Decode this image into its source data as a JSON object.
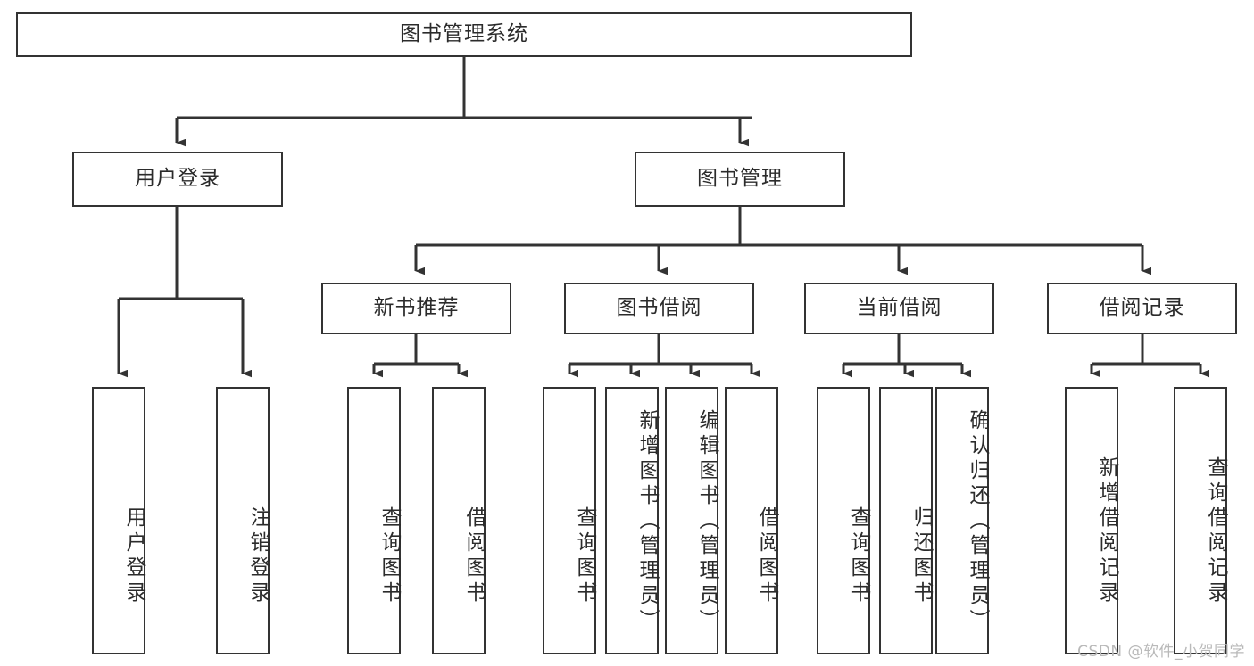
{
  "diagram": {
    "title_node": {
      "id": "root",
      "label": "图书管理系统"
    },
    "level2": [
      {
        "id": "user-login",
        "label": "用户登录"
      },
      {
        "id": "book-management",
        "label": "图书管理"
      }
    ],
    "level3": [
      {
        "id": "new-book-recommend",
        "label": "新书推荐"
      },
      {
        "id": "book-borrow",
        "label": "图书借阅"
      },
      {
        "id": "current-borrow",
        "label": "当前借阅"
      },
      {
        "id": "borrow-record",
        "label": "借阅记录"
      }
    ],
    "leaves": [
      {
        "id": "leaf-user-login",
        "label": "用户登录",
        "parent": "user-login"
      },
      {
        "id": "leaf-logout",
        "label": "注销登录",
        "parent": "user-login"
      },
      {
        "id": "leaf-query-book-1",
        "label": "查询图书",
        "parent": "new-book-recommend"
      },
      {
        "id": "leaf-borrow-book-1",
        "label": "借阅图书",
        "parent": "new-book-recommend"
      },
      {
        "id": "leaf-query-book-2",
        "label": "查询图书",
        "parent": "book-borrow"
      },
      {
        "id": "leaf-add-book",
        "label": "新增图书（管理员）",
        "parent": "book-borrow"
      },
      {
        "id": "leaf-edit-book",
        "label": "编辑图书（管理员）",
        "parent": "book-borrow"
      },
      {
        "id": "leaf-borrow-book-2",
        "label": "借阅图书",
        "parent": "book-borrow"
      },
      {
        "id": "leaf-query-book-3",
        "label": "查询图书",
        "parent": "current-borrow"
      },
      {
        "id": "leaf-return-book",
        "label": "归还图书",
        "parent": "current-borrow"
      },
      {
        "id": "leaf-confirm-return",
        "label": "确认归还（管理员）",
        "parent": "current-borrow"
      },
      {
        "id": "leaf-add-record",
        "label": "新增借阅记录",
        "parent": "borrow-record"
      },
      {
        "id": "leaf-query-record",
        "label": "查询借阅记录",
        "parent": "borrow-record"
      }
    ],
    "colors": {
      "stroke": "#333333",
      "box_fill": "#ffffff",
      "text": "#2b2b2b",
      "watermark": "#b9b9b9",
      "background": "#ffffff"
    }
  },
  "watermark": {
    "text": "CSDN @软件_小贺同学"
  }
}
